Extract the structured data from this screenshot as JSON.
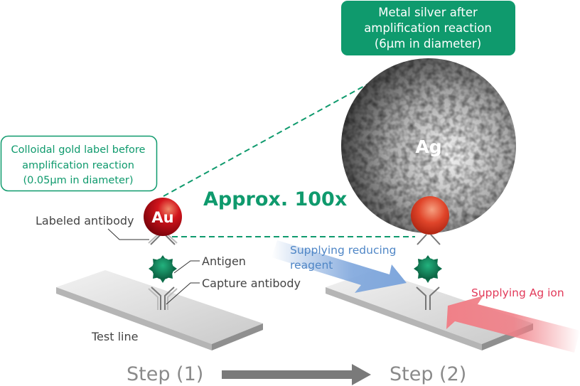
{
  "callouts": {
    "silver": {
      "lines": [
        "Metal silver after",
        "amplification reaction",
        "(6μm in diameter)"
      ]
    },
    "gold": {
      "lines": [
        "Colloidal gold label before",
        "amplification reaction",
        "(0.05μm in diameter)"
      ]
    }
  },
  "particles": {
    "gold_symbol": "Au",
    "silver_symbol": "Ag"
  },
  "magnification": "Approx. 100x",
  "labels": {
    "labeled_antibody": "Labeled antibody",
    "antigen": "Antigen",
    "capture_antibody": "Capture antibody",
    "test_line": "Test line",
    "reducing_reagent": [
      "Supplying reducing",
      "reagent"
    ],
    "ag_ion": "Supplying Ag ion"
  },
  "steps": {
    "step1": "Step (1)",
    "step2": "Step (2)"
  },
  "colors": {
    "brand_green": "#0f9a6d",
    "gold_red": "#c0121a",
    "reagent_blue": "#4f86c6",
    "ag_ion_red": "#e23a5a",
    "step_gray": "#8a8a8a"
  }
}
